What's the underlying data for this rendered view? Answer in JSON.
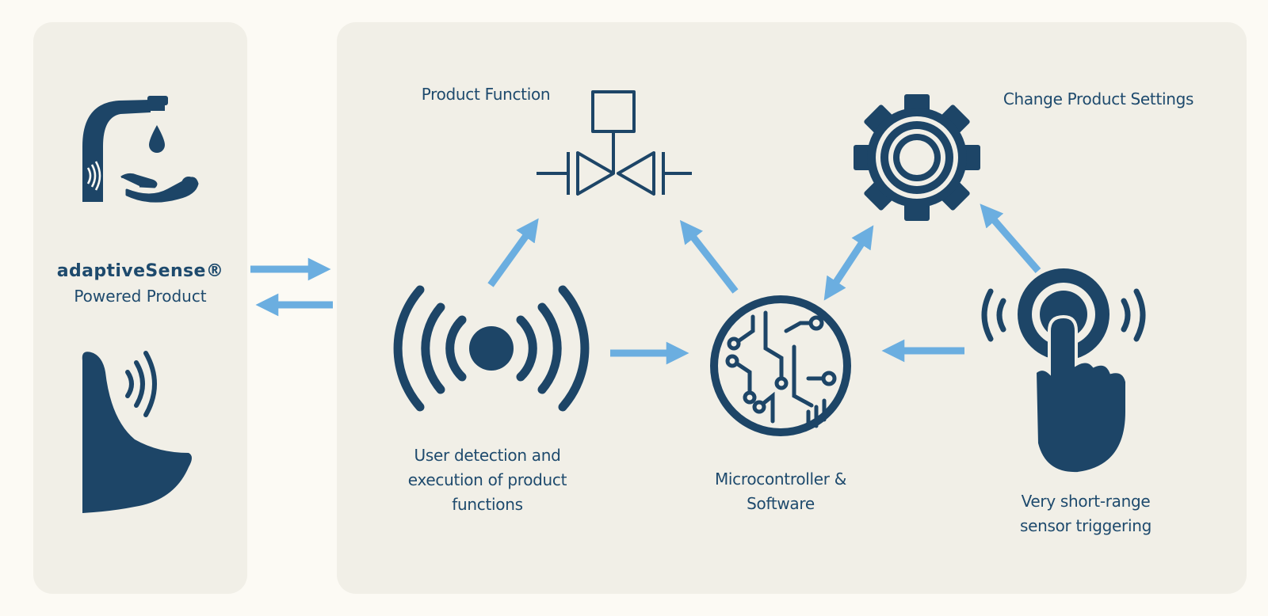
{
  "brand": {
    "name": "adaptiveSense®",
    "subtitle": "Powered Product"
  },
  "labels": {
    "product_function": "Product Function",
    "change_settings": "Change Product Settings",
    "user_detection_l1": "User detection and",
    "user_detection_l2": "execution of product",
    "user_detection_l3": "functions",
    "microcontroller_l1": "Microcontroller &",
    "microcontroller_l2": "Software",
    "short_range_l1": "Very short-range",
    "short_range_l2": "sensor triggering"
  },
  "colors": {
    "icon": "#1d4567",
    "arrow": "#6baee0",
    "panel": "#f1efe7",
    "background": "#fcfaf4"
  },
  "icons": [
    "faucet-icon",
    "hand-icon",
    "water-drop-icon",
    "valve-icon",
    "gear-icon",
    "signal-icon",
    "circuit-icon",
    "touch-hand-icon",
    "urinal-icon"
  ]
}
